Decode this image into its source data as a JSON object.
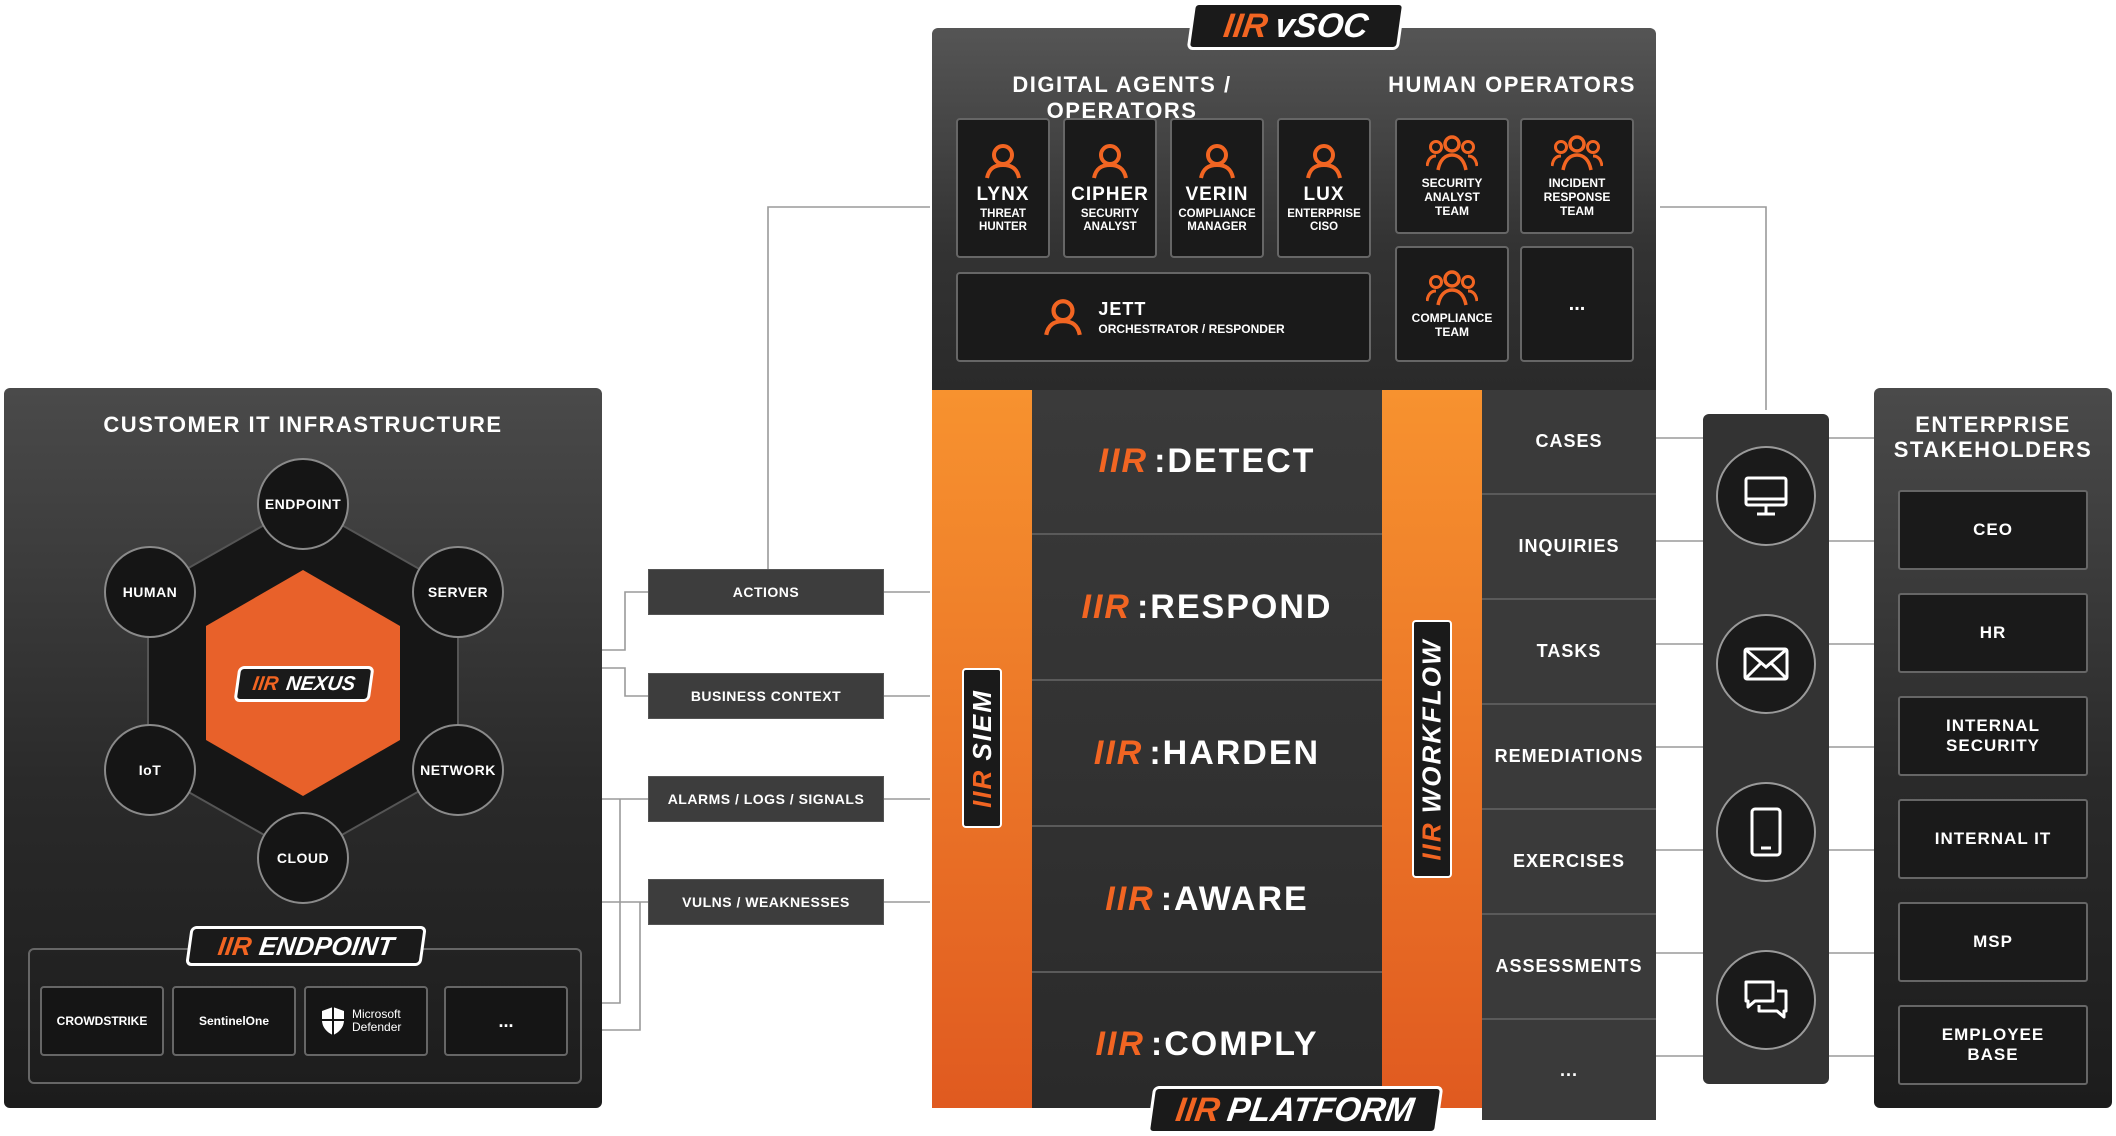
{
  "vsoc": {
    "badge_mark": "IIR",
    "badge_text": "vSOC",
    "digital_header": "DIGITAL AGENTS / OPERATORS",
    "human_header": "HUMAN OPERATORS",
    "agents": [
      {
        "name": "LYNX",
        "role1": "THREAT",
        "role2": "HUNTER"
      },
      {
        "name": "CIPHER",
        "role1": "SECURITY",
        "role2": "ANALYST"
      },
      {
        "name": "VERIN",
        "role1": "COMPLIANCE",
        "role2": "MANAGER"
      },
      {
        "name": "LUX",
        "role1": "ENTERPRISE",
        "role2": "CISO"
      }
    ],
    "jett": {
      "name": "JETT",
      "role": "ORCHESTRATOR / RESPONDER"
    },
    "teams": [
      {
        "l1": "SECURITY",
        "l2": "ANALYST",
        "l3": "TEAM"
      },
      {
        "l1": "INCIDENT",
        "l2": "RESPONSE",
        "l3": "TEAM"
      },
      {
        "l1": "COMPLIANCE",
        "l2": "TEAM",
        "l3": ""
      }
    ],
    "more": "..."
  },
  "customer": {
    "header": "CUSTOMER IT INFRASTRUCTURE",
    "nodes": {
      "endpoint": "ENDPOINT",
      "human": "HUMAN",
      "server": "SERVER",
      "iot": "IoT",
      "network": "NETWORK",
      "cloud": "CLOUD"
    },
    "nexus_mark": "IIR",
    "nexus_text": "NEXUS",
    "endpoint_badge_mark": "IIR",
    "endpoint_badge_text": "ENDPOINT",
    "vendors": [
      "CROWDSTRIKE",
      "SentinelOne",
      "Microsoft Defender",
      "..."
    ]
  },
  "flows": [
    "ACTIONS",
    "BUSINESS CONTEXT",
    "ALARMS / LOGS / SIGNALS",
    "VULNS / WEAKNESSES"
  ],
  "platform": {
    "siem": "SIEM",
    "workflow": "WORKFLOW",
    "bar_mark": "IIR",
    "mod_mark": "IIR",
    "modules": [
      ":DETECT",
      ":RESPOND",
      ":HARDEN",
      ":AWARE",
      ":COMPLY"
    ],
    "workflow_items": [
      "CASES",
      "INQUIRIES",
      "TASKS",
      "REMEDIATIONS",
      "EXERCISES",
      "ASSESSMENTS",
      "..."
    ],
    "badge_mark": "IIR",
    "badge_text": "PLATFORM"
  },
  "channels": [
    "monitor-icon",
    "envelope-icon",
    "tablet-icon",
    "chat-icon"
  ],
  "stakeholders": {
    "header_l1": "ENTERPRISE",
    "header_l2": "STAKEHOLDERS",
    "items": [
      {
        "l1": "CEO",
        "l2": ""
      },
      {
        "l1": "HR",
        "l2": ""
      },
      {
        "l1": "INTERNAL",
        "l2": "SECURITY"
      },
      {
        "l1": "INTERNAL IT",
        "l2": ""
      },
      {
        "l1": "MSP",
        "l2": ""
      },
      {
        "l1": "EMPLOYEE",
        "l2": "BASE"
      }
    ]
  },
  "colors": {
    "accent": "#f26522",
    "panel": "#2a2a2a",
    "box": "#1a1a1a"
  }
}
